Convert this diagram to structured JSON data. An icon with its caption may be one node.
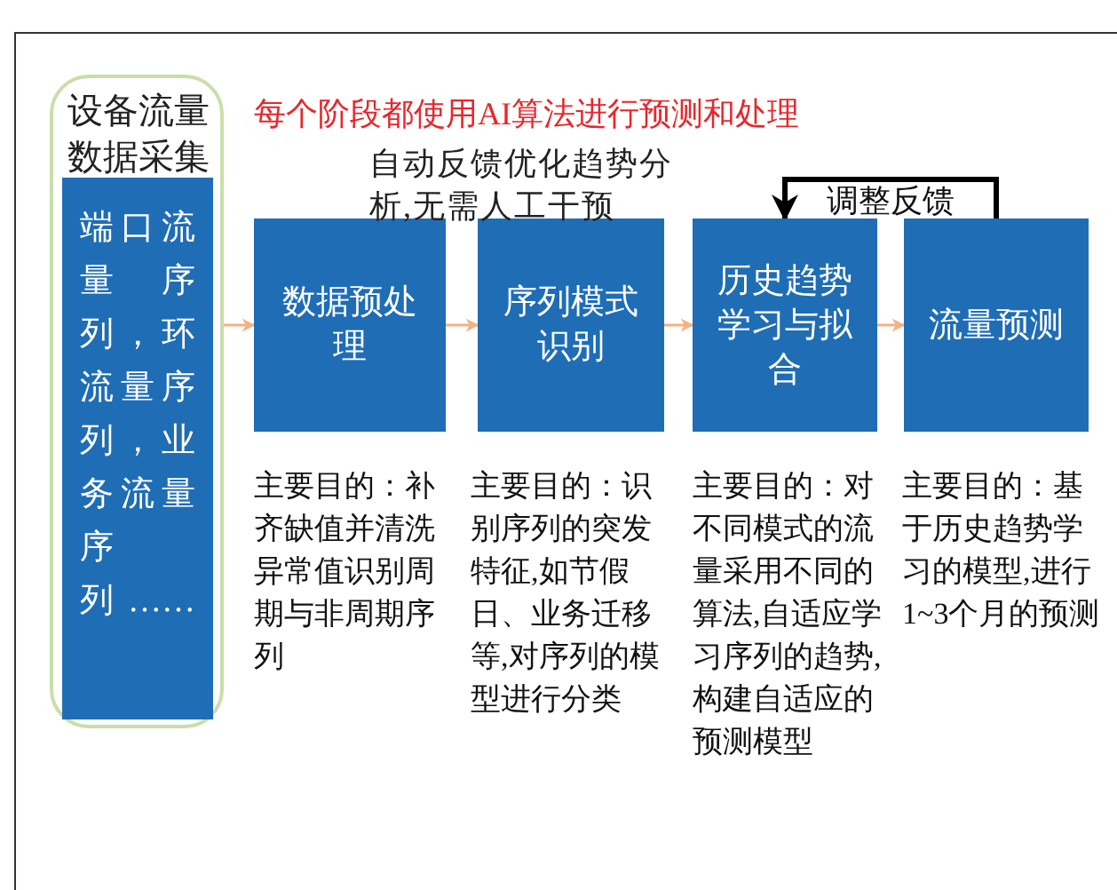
{
  "diagram": {
    "nodes": [
      {
        "text": [
          "设备流量数据采集"
        ]
      },
      {
        "text": [
          "端口流量序列，环流量序列，业务流量序列……"
        ],
        "in": 0
      },
      {
        "text": [
          "数据预处理"
        ],
        "beside": [
          "主要目的：补齐缺值并清洗异常值识别周期与非周期序列"
        ]
      },
      {
        "text": [
          "序列模式识别"
        ],
        "beside": [
          "主要目的：识别序列的突发特征,如节假日、业务迁移等,对序列的模型进行分类"
        ]
      },
      {
        "text": [
          "历史趋势学习与拟合"
        ],
        "beside": [
          "主要目的：对不同模式的流量采用不同的算法,自适应学习序列的趋势,构建自适应的预测模型"
        ]
      },
      {
        "text": [
          "流量预测"
        ],
        "beside": [
          "主要目的：基于历史趋势学习的模型,进行1~3个月的预测"
        ]
      }
    ],
    "edges": [
      {
        "from": 0,
        "to": 2,
        "arrow": "to"
      },
      {
        "from": 2,
        "to": 3,
        "arrow": "to"
      },
      {
        "from": 3,
        "to": 4,
        "arrow": "to"
      },
      {
        "from": 4,
        "to": 5,
        "arrow": "to"
      },
      {
        "from": 5,
        "to": 4,
        "arrow": "to",
        "label": "调整反馈",
        "style": "thick",
        "color": "#000000"
      }
    ],
    "labels": [
      "每个阶段都使用AI算法进行预测和处理",
      "自动反馈优化趋势分析,无需人工干预"
    ]
  }
}
